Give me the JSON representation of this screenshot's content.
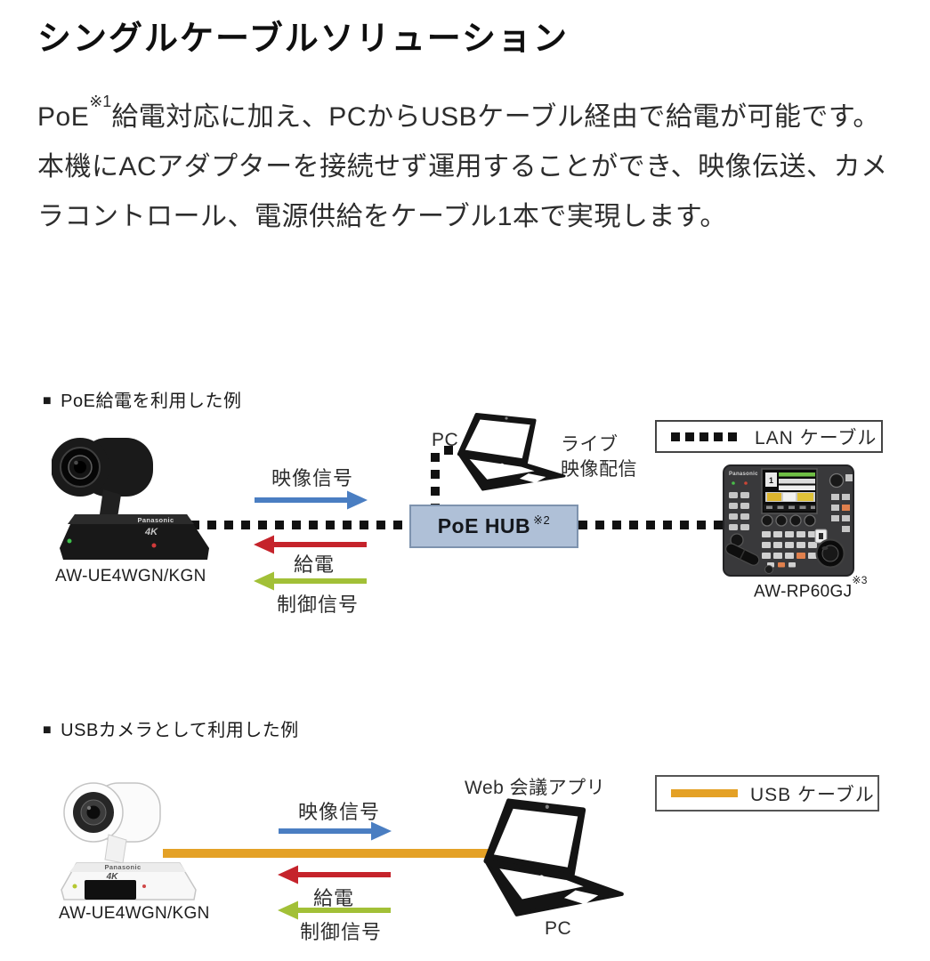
{
  "page": {
    "title": "シングルケーブルソリューション"
  },
  "intro": {
    "line1_pre": "PoE",
    "line1_sup": "※1",
    "line1_rest": "給電対応に加え、PCからUSBケーブル経由で給電が可能です。",
    "line2": "本機にACアダプターを接続せず運用することができ、映像伝送、カメ",
    "line3": "ラコントロール、電源供給をケーブル1本で実現します。"
  },
  "poe_example": {
    "bullet": "■",
    "heading": "PoE給電を利用した例",
    "camera": {
      "label": "AW-UE4WGN/KGN",
      "brand": "Panasonic",
      "badge": "4K"
    },
    "arrows": {
      "video": "映像信号",
      "power": "給電",
      "control": "制御信号"
    },
    "pc_label": "PC",
    "live_line1": "ライブ",
    "live_line2": "映像配信",
    "hub": {
      "label": "PoE HUB",
      "sup": "※2"
    },
    "legend_label": "LAN ケーブル",
    "controller": {
      "label": "AW-RP60GJ",
      "sup": "※3",
      "brand": "Panasonic",
      "screen_ch": "1"
    }
  },
  "usb_example": {
    "bullet": "■",
    "heading": "USBカメラとして利用した例",
    "camera": {
      "label": "AW-UE4WGN/KGN",
      "brand": "Panasonic",
      "badge": "4K"
    },
    "arrows": {
      "video": "映像信号",
      "power": "給電",
      "control": "制御信号"
    },
    "web_app_label": "Web 会議アプリ",
    "pc_label": "PC",
    "legend_label": "USB ケーブル"
  },
  "colors": {
    "video_arrow": "#4A7EC2",
    "power_arrow": "#C5232B",
    "control_arrow": "#A2C037",
    "usb_cable": "#E4A126",
    "lan_cable": "#111111",
    "hub_fill": "#AFC0D7",
    "hub_border": "#7E93AE"
  }
}
